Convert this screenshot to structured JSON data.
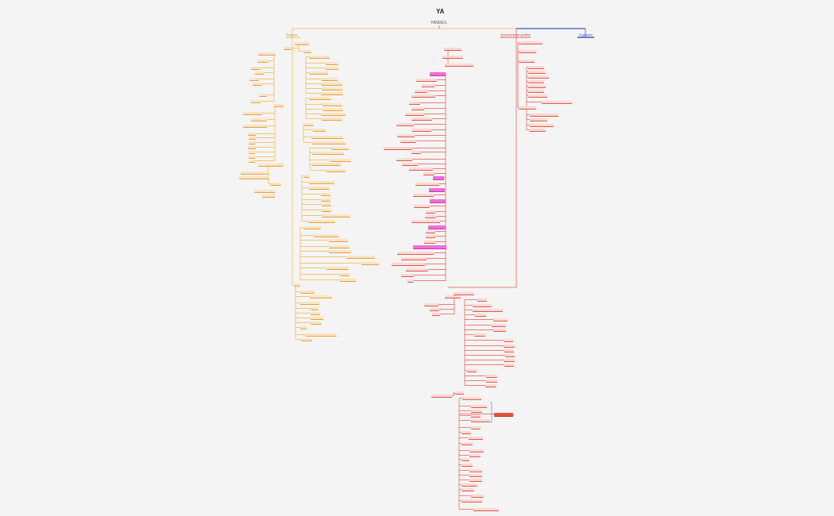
{
  "logo_text": "YA",
  "document_title": "YANDEX.",
  "branches": {
    "left_label": "Продукты",
    "center_label": "Проектирование дизайна",
    "right_label": "Поддержка"
  },
  "colors": {
    "background": "#f4f4f4",
    "orange_branch": "#f2b447",
    "red_branch": "#e05a4b",
    "blue_branch": "#3f4fc4",
    "magenta_highlight": "#f06cd9",
    "red_highlight": "#e4553f"
  }
}
